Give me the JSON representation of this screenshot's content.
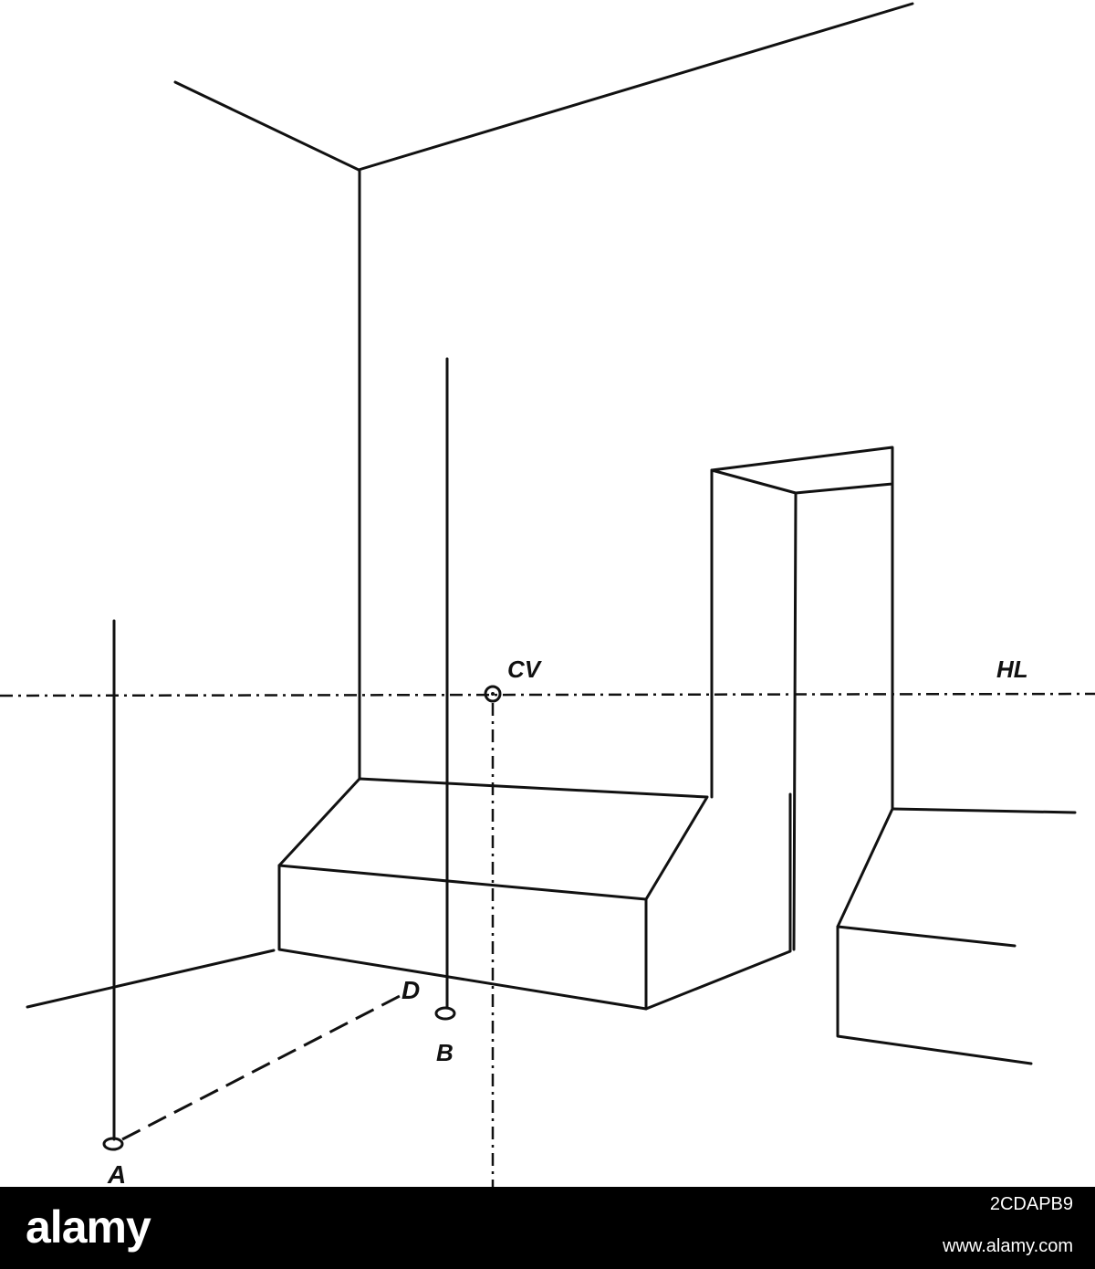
{
  "diagram": {
    "labels": {
      "cv": "CV",
      "hl": "HL",
      "a": "A",
      "b": "B",
      "d": "D"
    }
  },
  "watermark": {
    "brand": "alamy",
    "image_id": "2CDAPB9",
    "site": "www.alamy.com",
    "colors": {
      "banner": "#000000",
      "text": "#ffffff"
    }
  }
}
